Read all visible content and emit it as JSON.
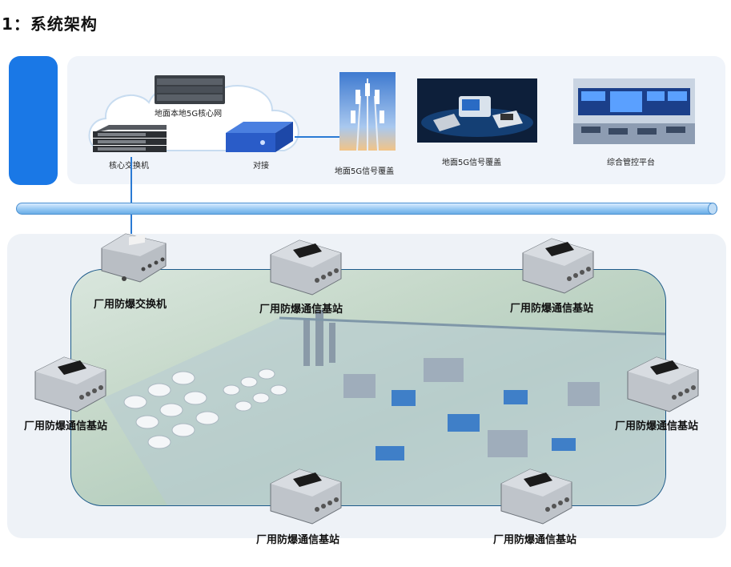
{
  "title": "1：系统架构",
  "top": {
    "cloud_label": "地面本地5G核心网",
    "core_switch_label": "核心交换机",
    "dock_label": "对接",
    "tower_label": "地面5G信号覆盖",
    "phones_label": "地面5G信号覆盖",
    "platform_label": "综合管控平台"
  },
  "bottom": {
    "switch_label": "厂用防爆交换机",
    "stations": [
      "厂用防爆通信基站",
      "厂用防爆通信基站",
      "厂用防爆通信基站",
      "厂用防爆通信基站",
      "厂用防爆通信基站",
      "厂用防爆通信基站"
    ]
  },
  "colors": {
    "accent": "#1a78e6",
    "pipe": "#8fc4f1",
    "panel": "#f0f4fa"
  }
}
